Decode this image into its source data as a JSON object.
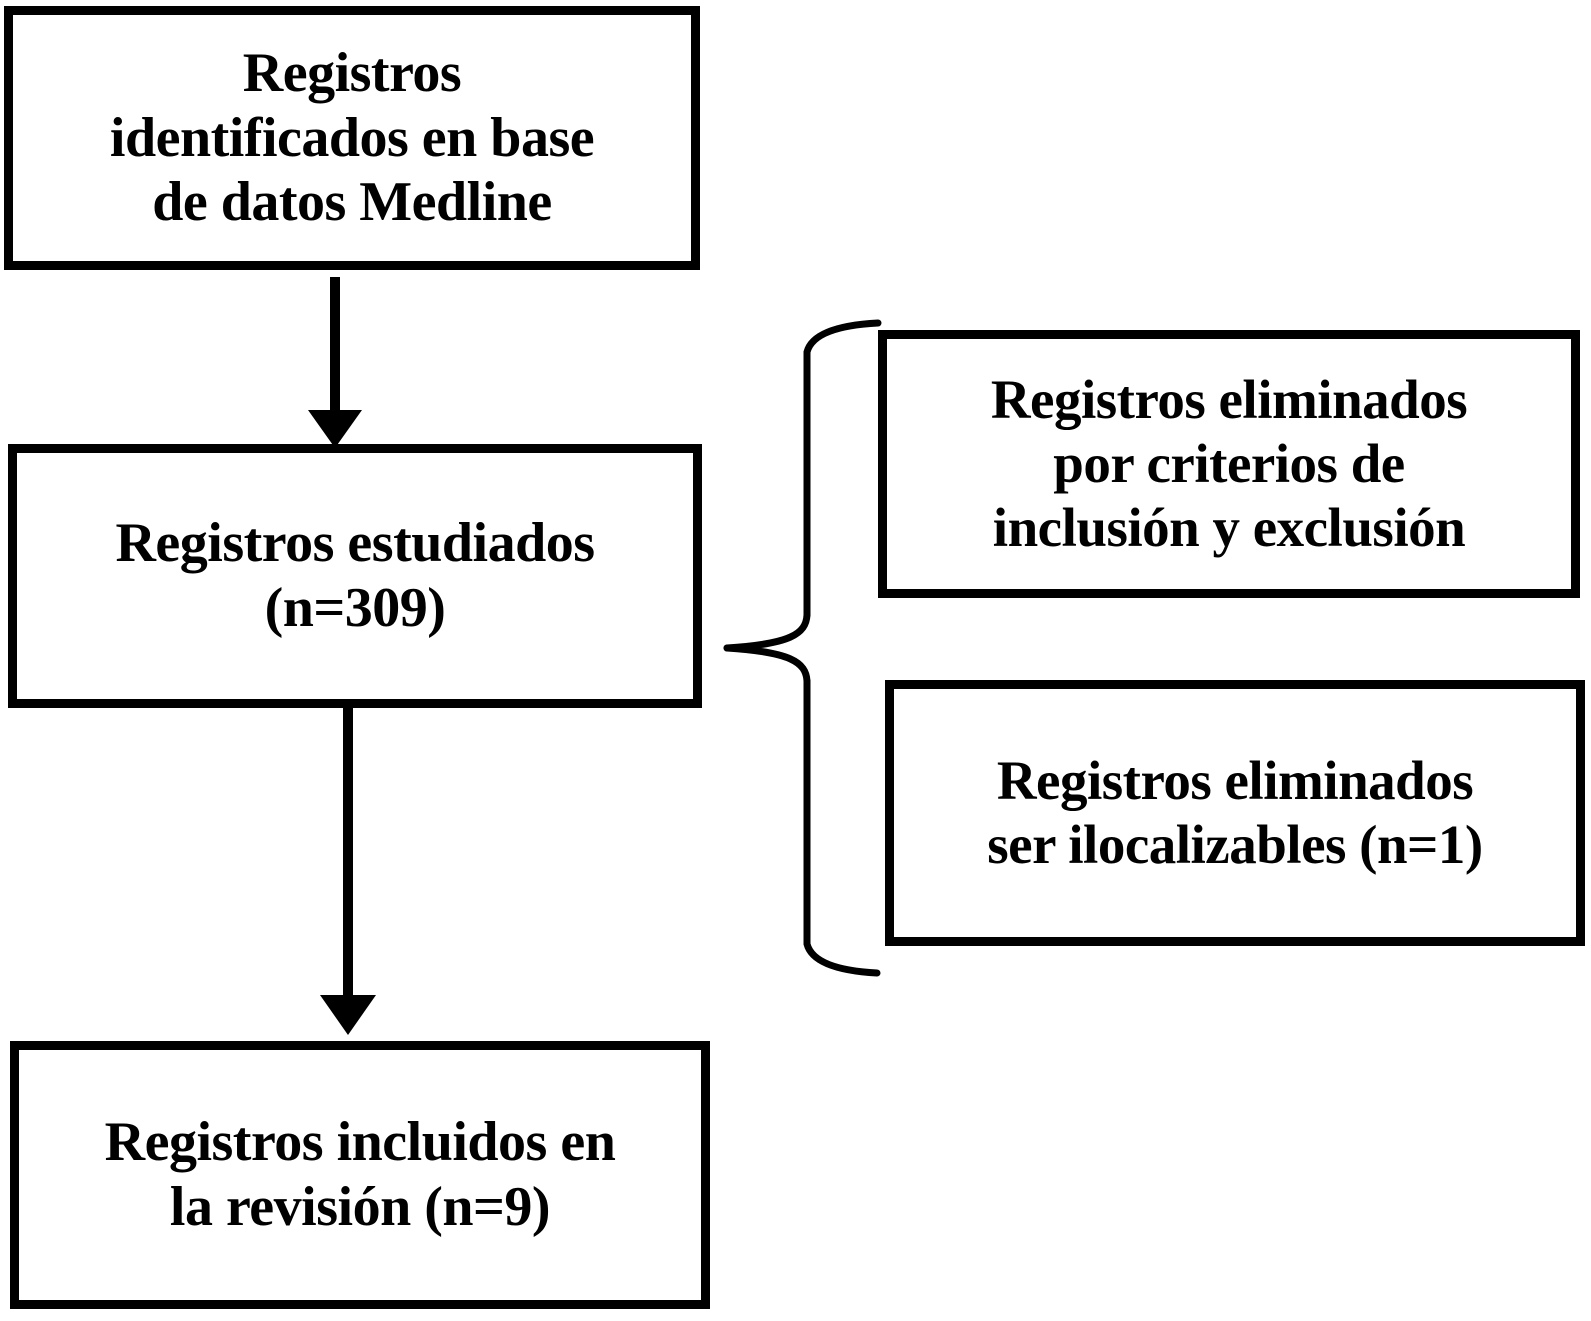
{
  "diagram": {
    "title": "PRISMA-style record selection flow diagram",
    "language": "es",
    "colors": {
      "background": "#ffffff",
      "stroke": "#000000",
      "text": "#000000"
    },
    "nodes": [
      {
        "id": "identified",
        "label": "Registros\nidentificados en base\nde datos Medline",
        "count": null
      },
      {
        "id": "studied",
        "label": "Registros estudiados\n(n=309)",
        "count": 309
      },
      {
        "id": "excluded-criteria",
        "label": "Registros eliminados\npor criterios de\ninclusión y exclusión",
        "count": null
      },
      {
        "id": "excluded-unavailable",
        "label": "Registros eliminados\nser ilocalizables (n=1)",
        "count": 1
      },
      {
        "id": "included",
        "label": "Registros incluidos en\nla revisión (n=9)",
        "count": 9
      }
    ],
    "connectors": [
      {
        "id": "arrow-identified-to-studied",
        "type": "arrow-down",
        "from": "identified",
        "to": "studied"
      },
      {
        "id": "arrow-studied-to-included",
        "type": "arrow-down",
        "from": "studied",
        "to": "included"
      },
      {
        "id": "brace-studied-to-excluded",
        "type": "curly-brace-left",
        "from": "studied",
        "to": [
          "excluded-criteria",
          "excluded-unavailable"
        ]
      }
    ]
  }
}
